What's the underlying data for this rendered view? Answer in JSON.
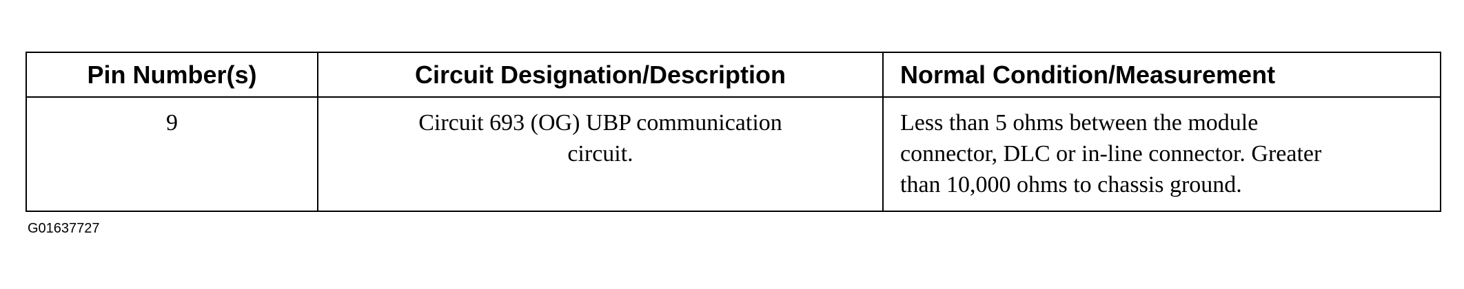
{
  "table": {
    "headers": {
      "pin": "Pin Number(s)",
      "circuit": "Circuit Designation/Description",
      "normal": "Normal Condition/Measurement"
    },
    "rows": [
      {
        "pin": "9",
        "circuit_line1": "Circuit 693 (OG) UBP communication",
        "circuit_line2": "circuit.",
        "normal_line1": "Less than 5 ohms between the module",
        "normal_line2": "connector, DLC or in-line connector. Greater",
        "normal_line3": "than 10,000 ohms to chassis ground."
      }
    ]
  },
  "figure_id": "G01637727"
}
